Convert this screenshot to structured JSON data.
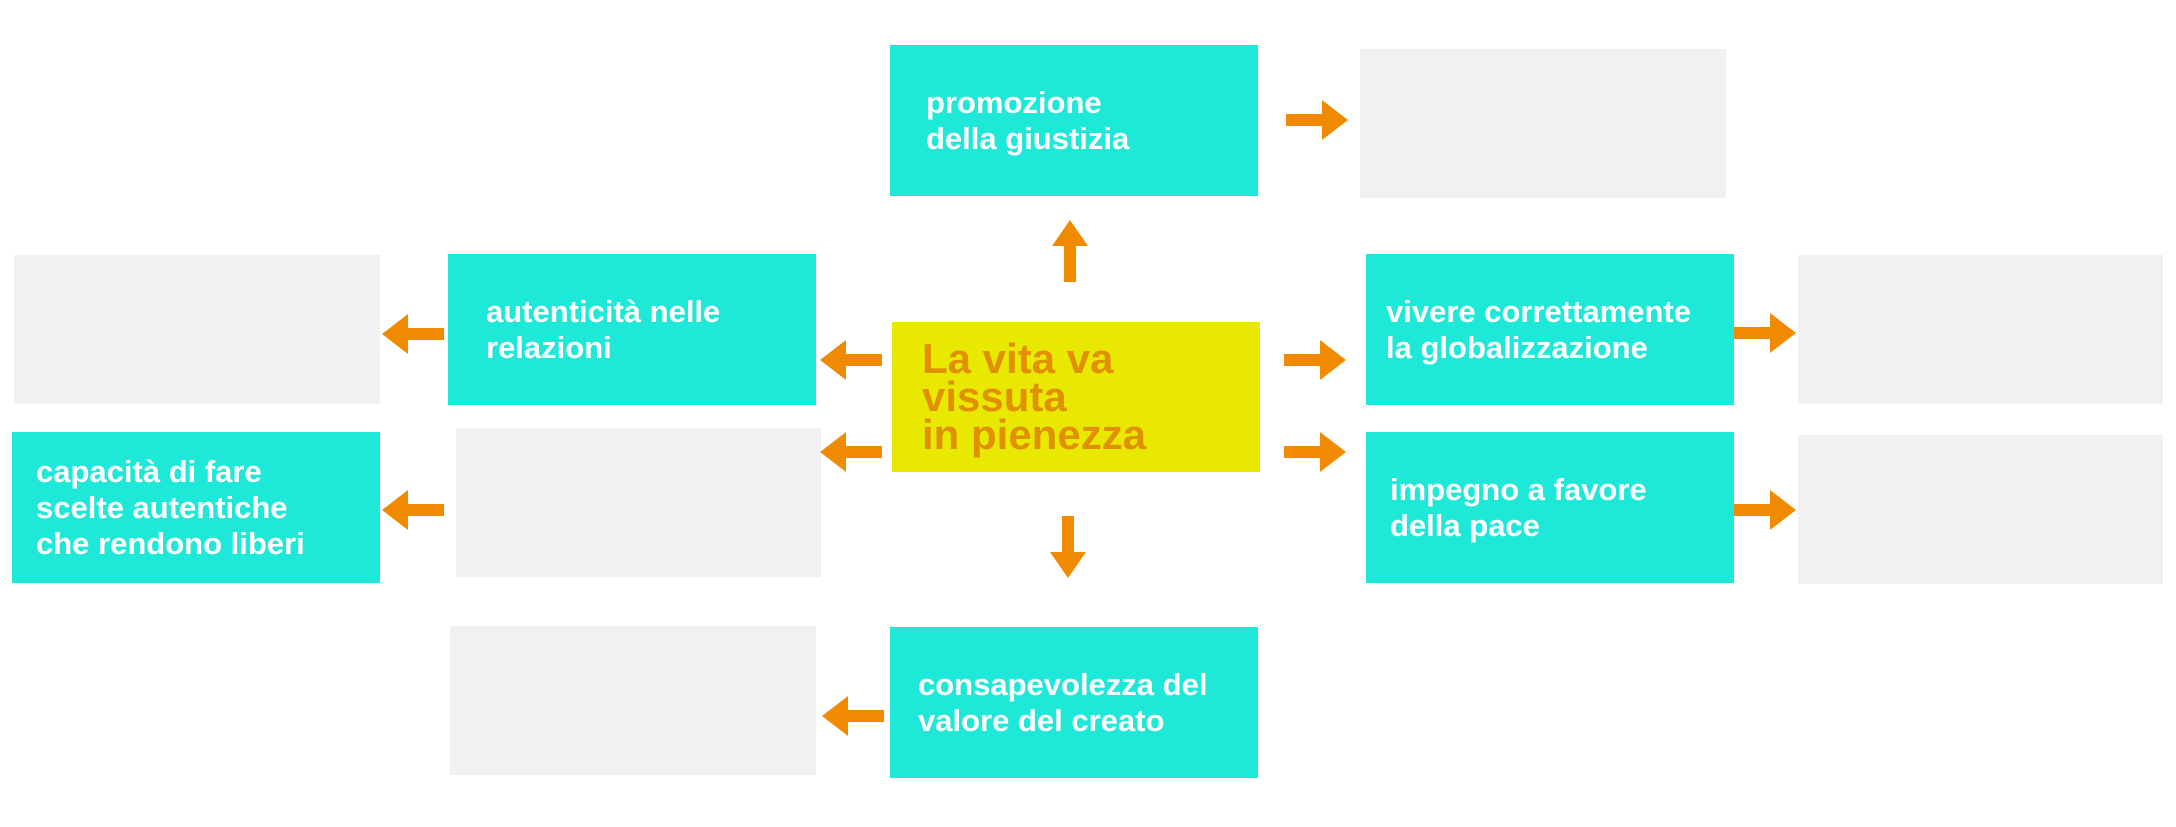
{
  "center": {
    "text": "La vita va\nvissuta\nin pienezza"
  },
  "nodes": {
    "giustizia": "promozione\ndella giustizia",
    "relazioni": "autenticità nelle\nrelazioni",
    "scelte": "capacità di fare\nscelte autentiche\nche rendono liberi",
    "creato": "consapevolezza del\nvalore del creato",
    "globalizzazione": "vivere correttamente\nla globalizzazione",
    "pace": "impegno a favore\ndella pace"
  },
  "colors": {
    "teal": "#1ee8d8",
    "yellow": "#e8e800",
    "center_text": "#e09000",
    "arrow": "#f08a00",
    "blank": "#f1f1f1"
  }
}
